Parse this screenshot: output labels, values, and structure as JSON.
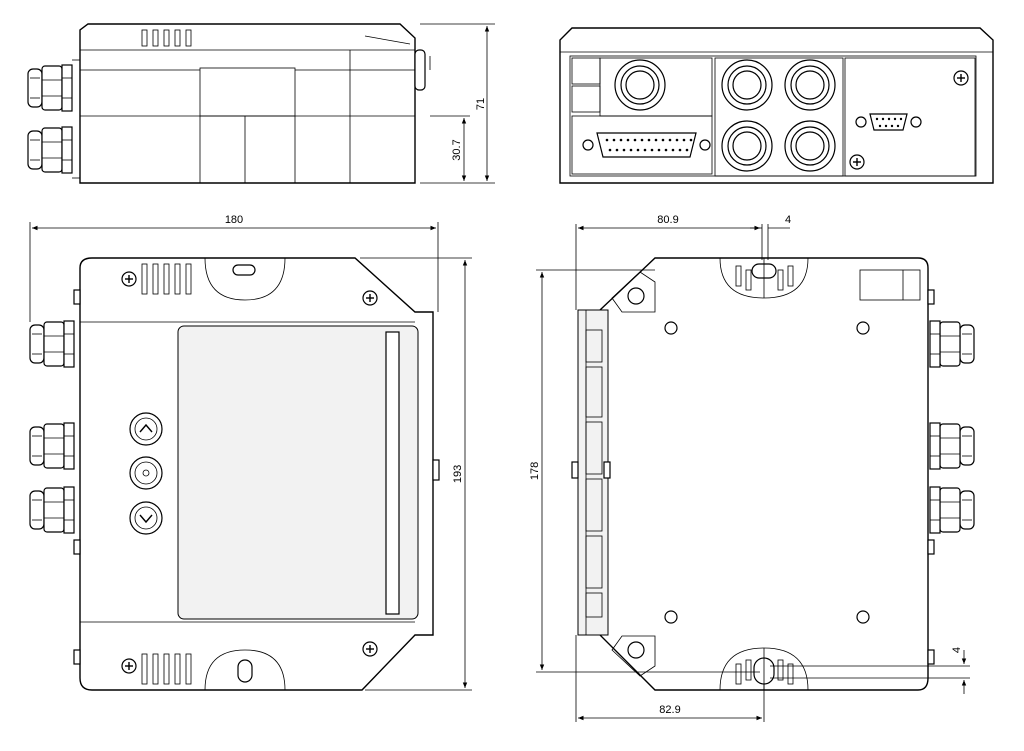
{
  "dimensions": {
    "top_left_height": "71",
    "top_left_gland_height": "30.7",
    "front_width": "180",
    "front_height": "193",
    "back_top_offset": "80.9",
    "back_top_slot": "4",
    "back_height": "178",
    "back_bottom_offset": "82.9",
    "back_bottom_slot": "4"
  },
  "views": [
    "side-view",
    "connector-end-view",
    "front-view",
    "back-view"
  ],
  "icons": [
    "cable-gland-icon",
    "screw-icon",
    "up-arrow-button-icon",
    "ok-button-icon",
    "down-arrow-button-icon",
    "db25-connector-icon",
    "db9-connector-icon"
  ]
}
